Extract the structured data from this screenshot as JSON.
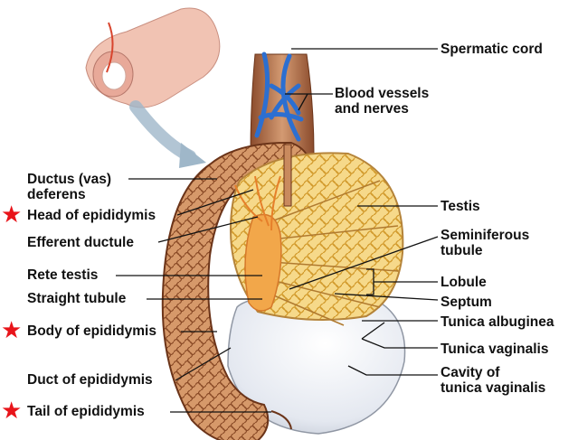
{
  "diagram": {
    "labels": {
      "spermatic_cord": "Spermatic cord",
      "blood_vessels_1": "Blood vessels",
      "blood_vessels_2": "and nerves",
      "ductus_1": "Ductus (vas)",
      "ductus_2": "deferens",
      "head_epididymis": "Head of epididymis",
      "efferent_ductule": "Efferent ductule",
      "rete_testis": "Rete testis",
      "straight_tubule": "Straight tubule",
      "body_epididymis": "Body of epididymis",
      "duct_epididymis": "Duct of epididymis",
      "tail_epididymis": "Tail of epididymis",
      "testis": "Testis",
      "seminiferous_1": "Seminiferous",
      "seminiferous_2": "tubule",
      "lobule": "Lobule",
      "septum": "Septum",
      "tunica_albuginea": "Tunica albuginea",
      "tunica_vaginalis": "Tunica vaginalis",
      "cavity_1": "Cavity of",
      "cavity_2": "tunica vaginalis"
    },
    "star_glyph": "★",
    "colors": {
      "star": "#e8141a",
      "epididymis": "#c98a5e",
      "epididymis_dark": "#8a4a26",
      "tubule": "#f1c75c",
      "vessel": "#2c6fd1",
      "tunica": "#dfe4ee",
      "skin": "#f1c3b3"
    }
  }
}
